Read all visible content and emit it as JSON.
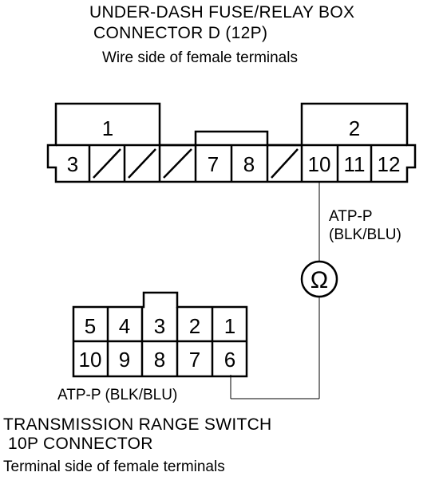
{
  "upper_connector": {
    "title_line1": "UNDER-DASH FUSE/RELAY BOX",
    "title_line2": "CONNECTOR D (12P)",
    "subtitle": "Wire side of female terminals",
    "group_label_left": "1",
    "group_label_right": "2",
    "cells": [
      "3",
      "",
      "",
      "",
      "7",
      "8",
      "",
      "10",
      "11",
      "12"
    ]
  },
  "wire_label_right": {
    "line1": "ATP-P",
    "line2": "(BLK/BLU)"
  },
  "ohmmeter_symbol": "Ω",
  "lower_connector": {
    "top_row": [
      "5",
      "4",
      "3",
      "2",
      "1"
    ],
    "bottom_row": [
      "10",
      "9",
      "8",
      "7",
      "6"
    ],
    "wire_label": "ATP-P (BLK/BLU)",
    "title_line1": "TRANSMISSION RANGE SWITCH",
    "title_line2": "10P CONNECTOR",
    "subtitle": "Terminal side of female terminals"
  }
}
